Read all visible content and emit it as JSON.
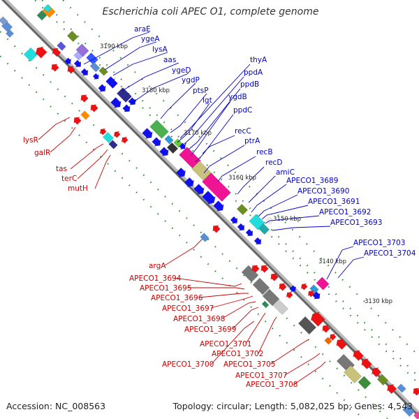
{
  "title": "Escherichia coli APEC O1, complete genome",
  "accession": "Accession: NC_008563",
  "topology": "Topology: circular; Length: 5,082,025 bp; Genes: 4,543",
  "colors": {
    "forward_label": "#0000cc",
    "reverse_label": "#cc0000",
    "backbone": "#777777",
    "forward_feature": "#0000ee",
    "reverse_feature": "#ee0000",
    "tick": "#2e8b2e"
  },
  "scale_labels": [
    "3190 kbp",
    "3180 kbp",
    "3170 kbp",
    "3160 kbp",
    "3150 kbp",
    "3140 kbp",
    "3130 kbp"
  ],
  "forward_genes": [
    "araE",
    "ygeA",
    "lysA",
    "aas",
    "ygeD",
    "ygdP",
    "ptsP",
    "lgt",
    "thyA",
    "ppdA",
    "ppdB",
    "ygdB",
    "ppdC",
    "recC",
    "ptrA",
    "recB",
    "recD",
    "amiC",
    "APECO1_3689",
    "APECO1_3690",
    "APECO1_3691",
    "APECO1_3692",
    "APECO1_3693",
    "APECO1_3703",
    "APECO1_3704"
  ],
  "reverse_genes": [
    "lysR",
    "galR",
    "tas",
    "terC",
    "mutH",
    "argA",
    "APECO1_3694",
    "APECO1_3695",
    "APECO1_3696",
    "APECO1_3697",
    "APECO1_3698",
    "APECO1_3699",
    "APECO1_3701",
    "APECO1_3702",
    "APECO1_3700",
    "APECO1_3705",
    "APECO1_3707",
    "APECO1_3708"
  ]
}
